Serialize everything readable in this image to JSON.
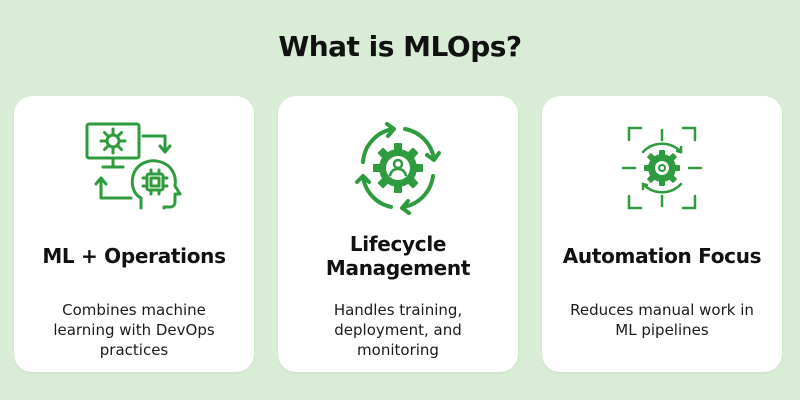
{
  "title": "What is MLOps?",
  "colors": {
    "background": "#d9ecd6",
    "card": "#ffffff",
    "accent": "#2e9b3e"
  },
  "cards": [
    {
      "icon": "monitor-ai-head-icon",
      "title": "ML + Operations",
      "description": "Combines machine learning with DevOps practices"
    },
    {
      "icon": "gear-cycle-icon",
      "title": "Lifecycle Management",
      "description": "Handles training, deployment, and monitoring"
    },
    {
      "icon": "focus-gear-icon",
      "title": "Automation Focus",
      "description": "Reduces manual work in ML pipelines"
    }
  ]
}
